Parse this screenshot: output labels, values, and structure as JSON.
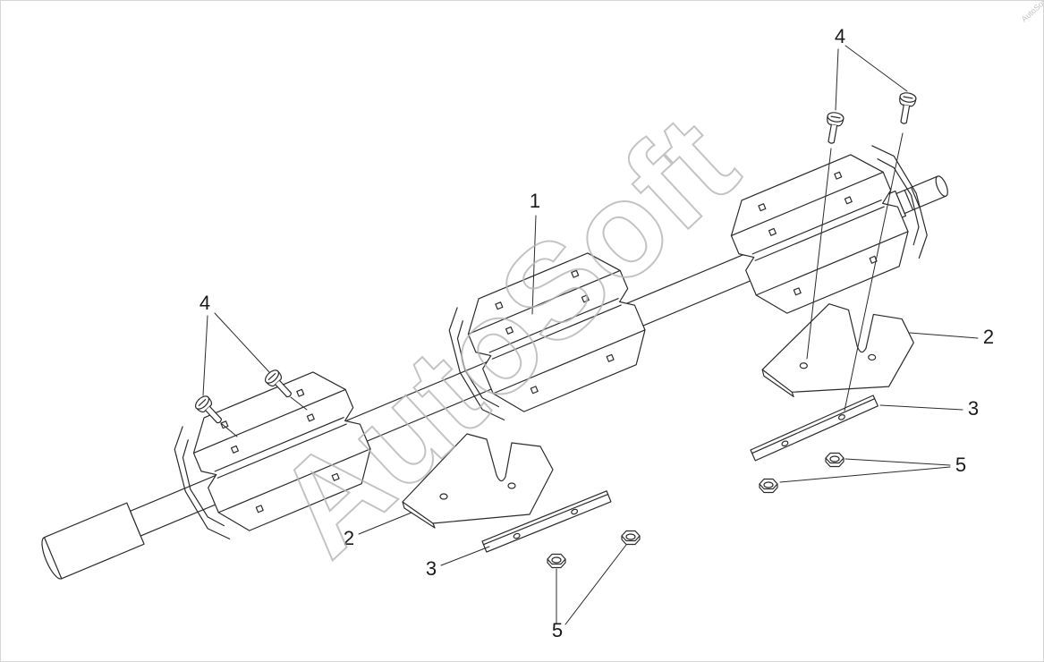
{
  "page": {
    "background_color": "#ffffff",
    "border_color": "#d6d6d6"
  },
  "watermark": {
    "text": "AutoSoft",
    "corner_text": "AutoSoft",
    "color": "#b5b5b5"
  },
  "drawing": {
    "line_color": "#2b2b2b",
    "callouts": [
      {
        "id": "1",
        "label": "1"
      },
      {
        "id": "4-right",
        "label": "4"
      },
      {
        "id": "4-left",
        "label": "4"
      },
      {
        "id": "2-right",
        "label": "2"
      },
      {
        "id": "3-right",
        "label": "3"
      },
      {
        "id": "5-right",
        "label": "5"
      },
      {
        "id": "2-middle",
        "label": "2"
      },
      {
        "id": "3-middle",
        "label": "3"
      },
      {
        "id": "5-middle",
        "label": "5"
      }
    ]
  }
}
